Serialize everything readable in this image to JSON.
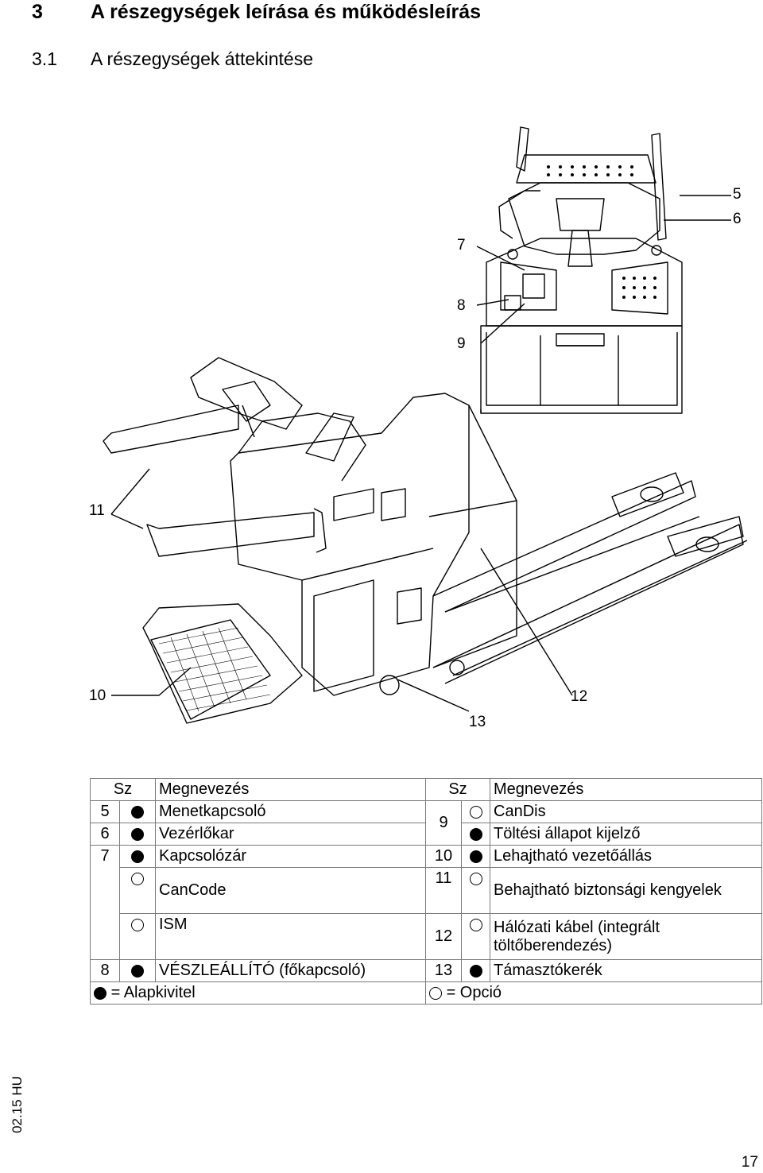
{
  "heading": {
    "number": "3",
    "title": "A részegységek leírása és működésleírás"
  },
  "subheading": {
    "number": "3.1",
    "title": "A részegységek áttekintése"
  },
  "callouts": [
    "5",
    "6",
    "7",
    "8",
    "9",
    "10",
    "11",
    "12",
    "13"
  ],
  "table": {
    "col_sz": "Sz",
    "col_name": "Megnevezés",
    "rows": {
      "r5": {
        "num": "5",
        "name": "Menetkapcsoló"
      },
      "r6": {
        "num": "6",
        "name": "Vezérlőkar"
      },
      "r7": {
        "num": "7",
        "name": "Kapcsolózár"
      },
      "r7a": {
        "name": "CanCode"
      },
      "r7b": {
        "name": "ISM"
      },
      "r8": {
        "num": "8",
        "name": "VÉSZLEÁLLÍTÓ (főkapcsoló)"
      },
      "r9": {
        "num": "9",
        "name": "CanDis"
      },
      "r9b": {
        "name": "Töltési állapot kijelző"
      },
      "r10": {
        "num": "10",
        "name": "Lehajtható vezetőállás"
      },
      "r11": {
        "num": "11",
        "name": "Behajtható biztonsági kengyelek"
      },
      "r12": {
        "num": "12",
        "name": "Hálózati kábel (integrált töltőberendezés)"
      },
      "r13": {
        "num": "13",
        "name": "Támasztókerék"
      }
    },
    "legend_standard": "= Alapkivitel",
    "legend_option": "= Opció"
  },
  "footer": {
    "revision": "02.15 HU",
    "page": "17"
  }
}
